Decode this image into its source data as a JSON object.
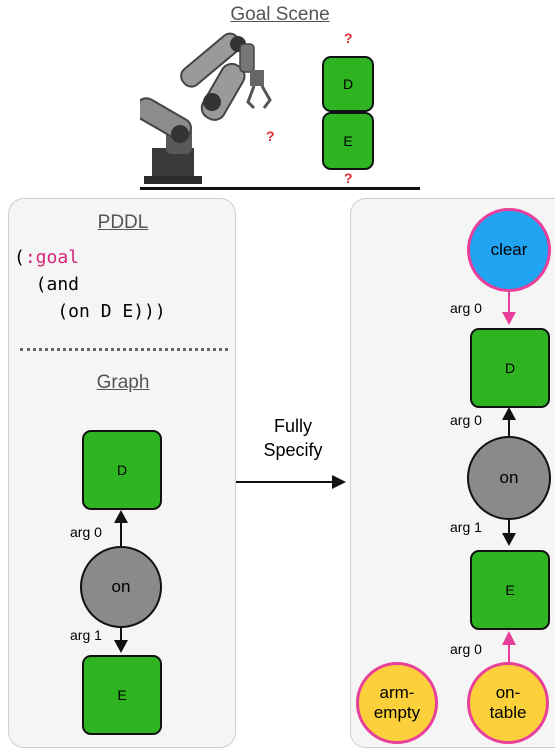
{
  "goal_scene": {
    "title": "Goal Scene",
    "block_top": "D",
    "block_bottom": "E",
    "unknown_mark": "?"
  },
  "left_panel": {
    "pddl_title": "PDDL",
    "pddl_code": {
      "open": "(",
      "keyword": ":goal",
      "line2": "  (and",
      "line3": "    (on D E)))"
    },
    "graph_title": "Graph",
    "node_top": "D",
    "node_predicate": "on",
    "node_bottom": "E",
    "edge_top": "arg 0",
    "edge_bottom": "arg 1"
  },
  "transition": {
    "line1": "Fully",
    "line2": "Specify"
  },
  "right_panel": {
    "clear": "clear",
    "node_d": "D",
    "node_on": "on",
    "node_e": "E",
    "arm_empty_1": "arm-",
    "arm_empty_2": "empty",
    "on_table_1": "on-",
    "on_table_2": "table",
    "edge_clear": "arg 0",
    "edge_on_d": "arg 0",
    "edge_on_e": "arg 1",
    "edge_ontable": "arg 0"
  },
  "colors": {
    "block": "#2eb321",
    "predicate": "#8a8a8a",
    "state_pred": "#fbd03b",
    "clear_pred": "#20a3f0",
    "pink_edge": "#e8409a",
    "question": "#e4262e"
  }
}
